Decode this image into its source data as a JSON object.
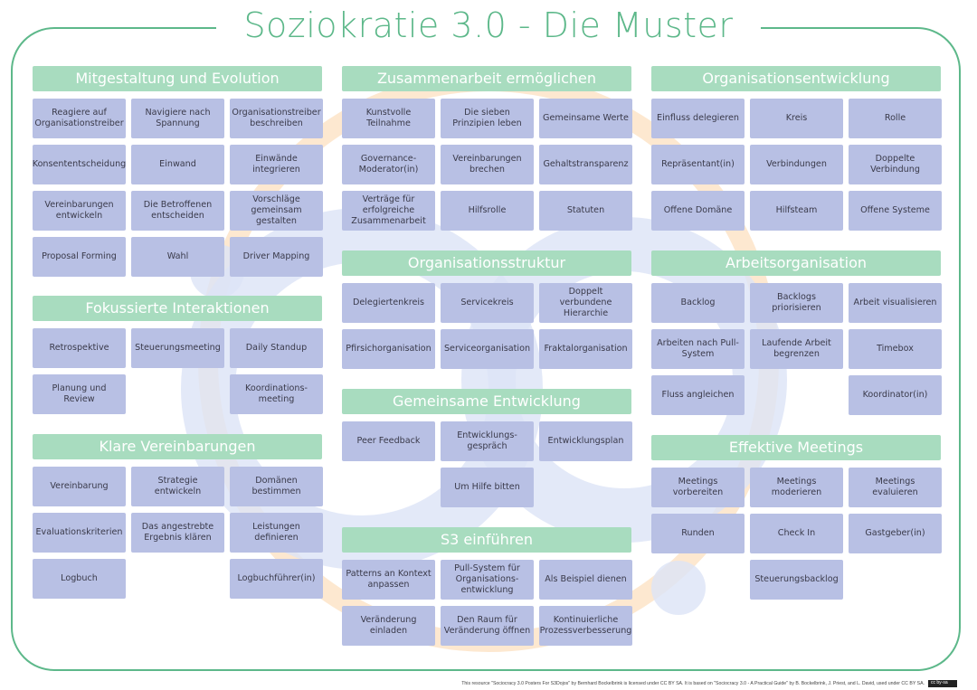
{
  "title": "Soziokratie 3.0 - Die Muster",
  "colors": {
    "accent": "#5db88a",
    "header": "#a8dcbf",
    "card": "#b8c0e4"
  },
  "sections": {
    "mitgestaltung": {
      "title": "Mitgestaltung und Evolution",
      "cards": [
        "Reagiere auf Organisationstreiber",
        "Navigiere nach Spannung",
        "Organisationstreiber beschreiben",
        "Konsententscheidung",
        "Einwand",
        "Einwände integrieren",
        "Vereinbarungen entwickeln",
        "Die Betroffenen entscheiden",
        "Vorschläge gemeinsam gestalten",
        "Proposal Forming",
        "Wahl",
        "Driver Mapping"
      ]
    },
    "fokussierte": {
      "title": "Fokussierte Interaktionen",
      "cards": [
        "Retrospektive",
        "Steuerungsmeeting",
        "Daily Standup",
        "Planung und Review",
        "Koordinations-meeting"
      ]
    },
    "klare": {
      "title": "Klare Vereinbarungen",
      "cards": [
        "Vereinbarung",
        "Strategie entwickeln",
        "Domänen bestimmen",
        "Evaluationskriterien",
        "Das angestrebte Ergebnis klären",
        "Leistungen definieren",
        "Logbuch",
        "Logbuchführer(in)"
      ]
    },
    "zusammenarbeit": {
      "title": "Zusammenarbeit ermöglichen",
      "cards": [
        "Kunstvolle Teilnahme",
        "Die sieben Prinzipien leben",
        "Gemeinsame Werte",
        "Governance-Moderator(in)",
        "Vereinbarungen brechen",
        "Gehaltstransparenz",
        "Verträge für erfolgreiche Zusammenarbeit",
        "Hilfsrolle",
        "Statuten"
      ]
    },
    "organisationsstruktur": {
      "title": "Organisationsstruktur",
      "cards": [
        "Delegiertenkreis",
        "Servicekreis",
        "Doppelt verbundene Hierarchie",
        "Pfirsichorganisation",
        "Serviceorganisation",
        "Fraktalorganisation"
      ]
    },
    "gemeinsame": {
      "title": "Gemeinsame Entwicklung",
      "cards": [
        "Peer Feedback",
        "Entwicklungs-gespräch",
        "Entwicklungsplan",
        "Um Hilfe bitten"
      ]
    },
    "s3": {
      "title": "S3 einführen",
      "cards": [
        "Patterns an Kontext anpassen",
        "Pull-System für Organisations-entwicklung",
        "Als Beispiel dienen",
        "Veränderung einladen",
        "Den Raum für Veränderung öffnen",
        "Kontinuierliche Prozessverbesserung"
      ]
    },
    "organisationsentwicklung": {
      "title": "Organisationsentwicklung",
      "cards": [
        "Einfluss delegieren",
        "Kreis",
        "Rolle",
        "Repräsentant(in)",
        "Verbindungen",
        "Doppelte Verbindung",
        "Offene Domäne",
        "Hilfsteam",
        "Offene Systeme"
      ]
    },
    "arbeitsorganisation": {
      "title": "Arbeitsorganisation",
      "cards": [
        "Backlog",
        "Backlogs priorisieren",
        "Arbeit visualisieren",
        "Arbeiten nach Pull-System",
        "Laufende Arbeit begrenzen",
        "Timebox",
        "Fluss angleichen",
        "Koordinator(in)"
      ]
    },
    "effektive": {
      "title": "Effektive Meetings",
      "cards": [
        "Meetings vorbereiten",
        "Meetings moderieren",
        "Meetings evaluieren",
        "Runden",
        "Check In",
        "Gastgeber(in)",
        "Steuerungsbacklog"
      ]
    }
  },
  "credit": "This resource \"Sociocracy 3.0 Posters For S3Dojos\" by Bernhard Bockelbrink is licensed under CC BY SA.  It is based on \"Sociocracy 3.0 - A Practical Guide\" by B. Bockelbrink, J. Priest, and L. David, used under CC BY SA."
}
